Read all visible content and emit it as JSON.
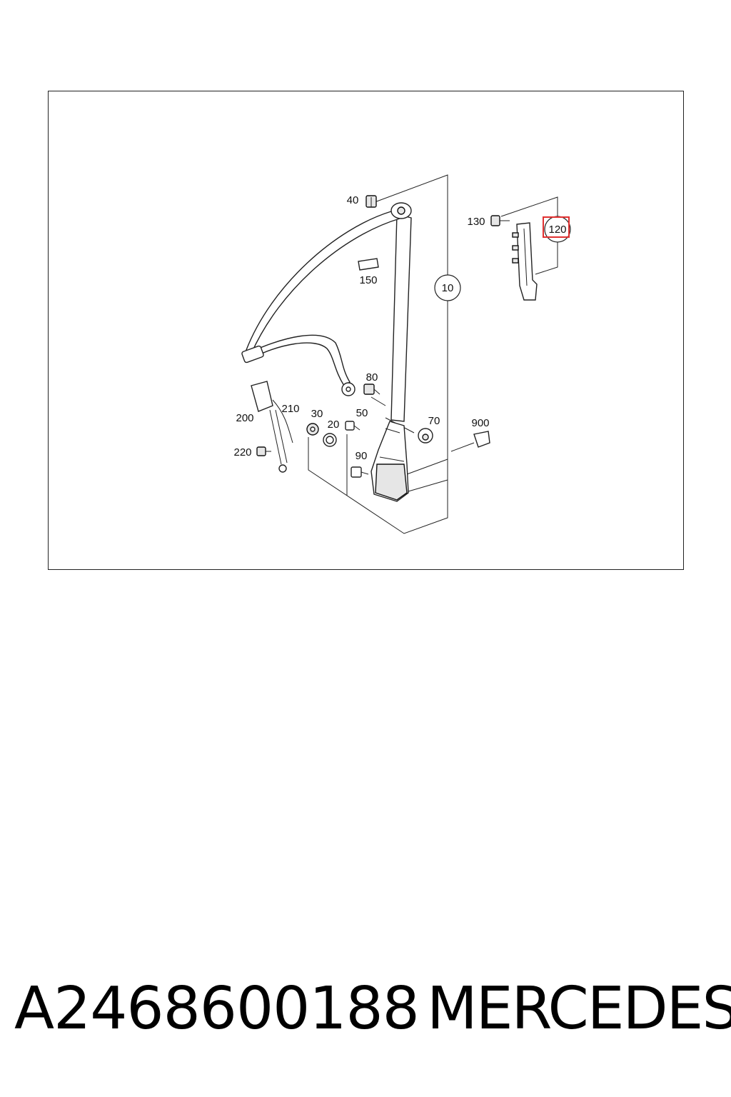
{
  "diagram": {
    "callouts": {
      "c10": "10",
      "c20": "20",
      "c30": "30",
      "c40": "40",
      "c50": "50",
      "c70": "70",
      "c80": "80",
      "c90": "90",
      "c120": "120",
      "c130": "130",
      "c150": "150",
      "c200": "200",
      "c210": "210",
      "c220": "220",
      "c900": "900"
    },
    "highlighted_callout": "120",
    "highlight_color": "#e03030",
    "line_color": "#222222"
  },
  "footer": {
    "part_number": "A2468600188",
    "brand": "MERCEDES"
  }
}
